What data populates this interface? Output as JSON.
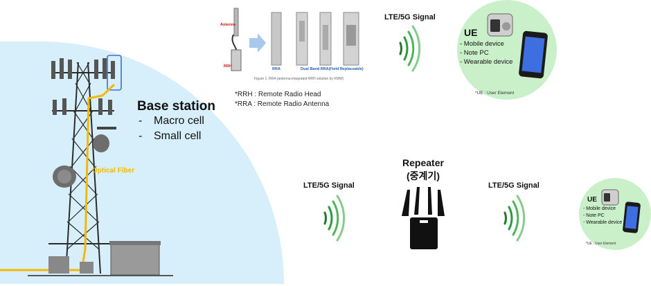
{
  "base_station": {
    "title": "Base station",
    "items": [
      "Macro cell",
      "Small cell"
    ],
    "bullet": "-",
    "fiber_label": "Optical Fiber"
  },
  "rrh_figure": {
    "antenna_label": "Antenna",
    "rrh_label": "RRH",
    "rra_label": "RRA",
    "dual_band_label": "Dual Band RRA(Field Replaceable)",
    "caption": "Figure 1. RRA (antenna-integrated RRH solution by KMW)",
    "notes": [
      "*RRH : Remote Radio Head",
      "*RRA : Remote Radio Antenna"
    ]
  },
  "signals": {
    "top": "LTE/5G Signal",
    "left": "LTE/5G Signal",
    "right": "LTE/5G Signal"
  },
  "repeater": {
    "title_en": "Repeater",
    "title_kr": "(중계기)"
  },
  "ue_large": {
    "title": "UE",
    "items": [
      "- Mobile device",
      "- Note PC",
      "- Wearable device"
    ],
    "note": "*UE : User Element"
  },
  "ue_small": {
    "title": "UE",
    "items": [
      "- Mobile device",
      "- Note PC",
      "- Wearable device"
    ],
    "note": "*UE : User Element"
  },
  "colors": {
    "sky": "#d6effb",
    "ue_bg": "#c9f0c9",
    "signal": "#2c9a3c",
    "fiber": "#f5b800",
    "tower": "#2b2b2b"
  }
}
